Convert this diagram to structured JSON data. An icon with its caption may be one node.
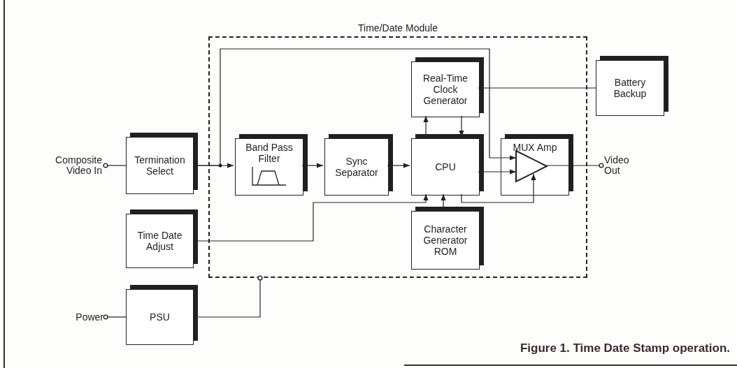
{
  "diagram": {
    "caption": "Figure 1.  Time Date Stamp operation.",
    "nodes": [
      {
        "text": [
          "Time/Date Module"
        ]
      },
      {
        "text": [
          "Composite Video In"
        ]
      },
      {
        "text": [
          "Termination Select"
        ]
      },
      {
        "text": [
          "Band Pass Filter"
        ],
        "in": 0
      },
      {
        "text": [
          "Sync Separator"
        ],
        "in": 0
      },
      {
        "text": [
          "Real-Time Clock Generator"
        ],
        "in": 0
      },
      {
        "text": [
          "CPU"
        ],
        "in": 0
      },
      {
        "text": [
          "MUX  Amp"
        ],
        "in": 0
      },
      {
        "text": [
          "Battery Backup"
        ]
      },
      {
        "text": [
          "Video Out"
        ]
      },
      {
        "text": [
          "Time Date Adjust"
        ]
      },
      {
        "text": [
          "Character Generator ROM"
        ],
        "in": 0
      },
      {
        "text": [
          "Power"
        ]
      },
      {
        "text": [
          "PSU"
        ]
      }
    ],
    "edges": [
      {
        "from": 1,
        "to": 2,
        "arrow": "other"
      },
      {
        "from": 2,
        "to": 3,
        "arrow": "to"
      },
      {
        "from": 2,
        "to": 7,
        "arrow": "to"
      },
      {
        "from": 3,
        "to": 4,
        "arrow": "to"
      },
      {
        "from": 4,
        "to": 6,
        "arrow": "to"
      },
      {
        "from": 6,
        "to": 5,
        "arrow": "to"
      },
      {
        "from": 5,
        "to": 6,
        "arrow": "to"
      },
      {
        "from": 5,
        "to": 8,
        "arrow": "none"
      },
      {
        "from": 6,
        "to": 7,
        "arrow": "to"
      },
      {
        "from": 9,
        "to": 7,
        "arrow": "other"
      },
      {
        "from": 10,
        "to": 6,
        "arrow": "to"
      },
      {
        "from": 11,
        "to": 6,
        "arrow": "to"
      },
      {
        "from": 6,
        "to": 7,
        "arrow": "to"
      },
      {
        "from": 12,
        "to": 13,
        "arrow": "other"
      },
      {
        "from": 0,
        "to": 13,
        "arrow": "other"
      }
    ]
  }
}
